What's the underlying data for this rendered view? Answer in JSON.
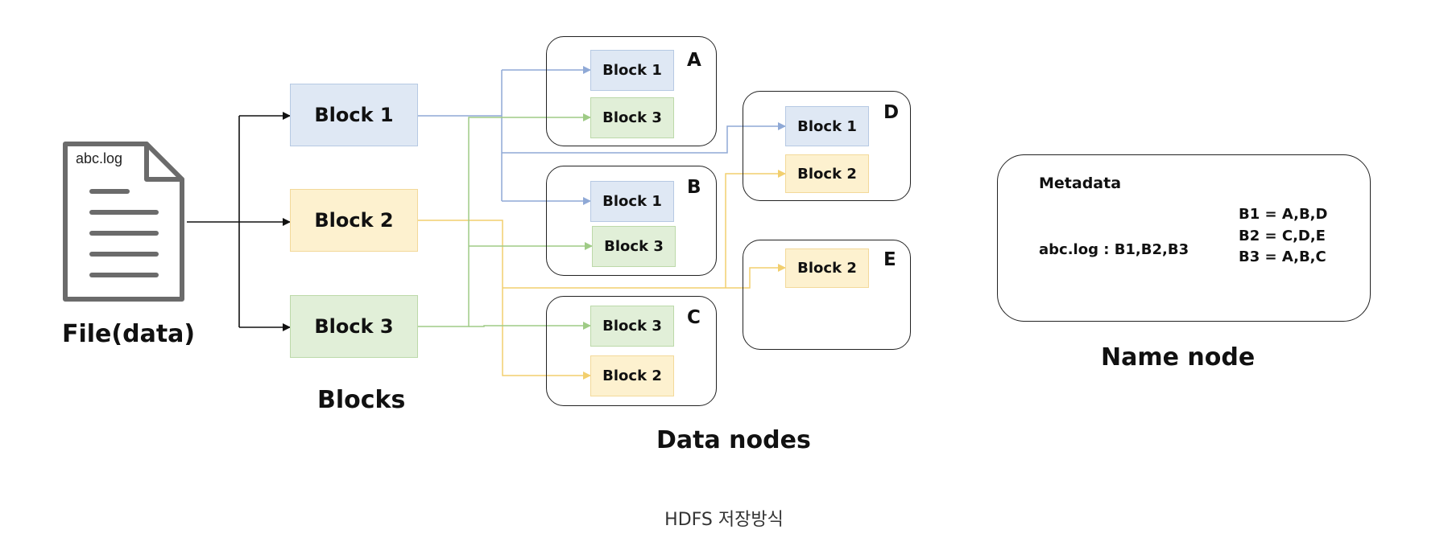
{
  "file": {
    "name": "abc.log",
    "label": "File(data)"
  },
  "blocks_section": {
    "label": "Blocks",
    "blocks": [
      {
        "label": "Block 1",
        "color": "#dfe8f4"
      },
      {
        "label": "Block 2",
        "color": "#fdf1cf"
      },
      {
        "label": "Block 3",
        "color": "#e1efd8"
      }
    ]
  },
  "data_nodes_section": {
    "label": "Data nodes",
    "nodes": [
      {
        "id": "A",
        "blocks": [
          "Block 1",
          "Block 3"
        ]
      },
      {
        "id": "B",
        "blocks": [
          "Block 1",
          "Block 3"
        ]
      },
      {
        "id": "C",
        "blocks": [
          "Block 3",
          "Block 2"
        ]
      },
      {
        "id": "D",
        "blocks": [
          "Block 1",
          "Block 2"
        ]
      },
      {
        "id": "E",
        "blocks": [
          "Block 2"
        ]
      }
    ]
  },
  "name_node": {
    "label": "Name node",
    "metadata_title": "Metadata",
    "file_mapping": "abc.log : B1,B2,B3",
    "block_locations": [
      "B1 = A,B,D",
      "B2 = C,D,E",
      "B3 = A,B,C"
    ]
  },
  "colors": {
    "block1": "#8fa9d6",
    "block2": "#f2cf6e",
    "block3": "#9fcb86"
  },
  "caption": "HDFS 저장방식"
}
